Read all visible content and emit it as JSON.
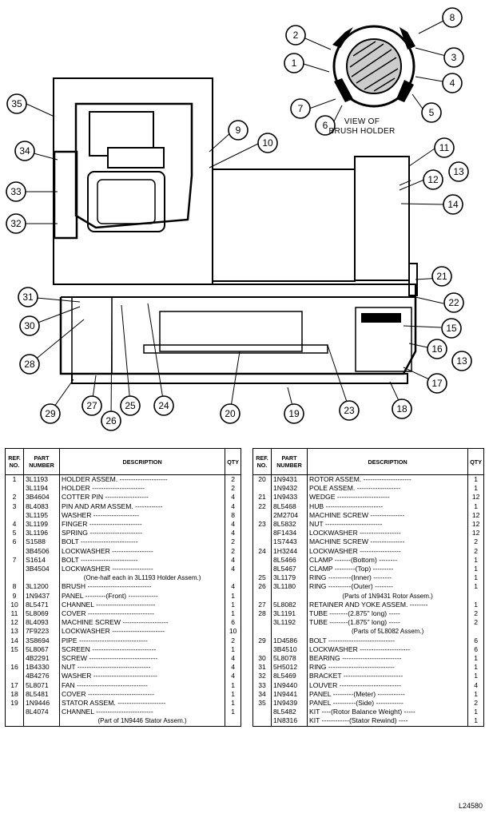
{
  "diagram": {
    "caption_line1": "VIEW OF",
    "caption_line2": "BRUSH HOLDER",
    "callouts": [
      "1",
      "2",
      "3",
      "4",
      "5",
      "6",
      "7",
      "8",
      "9",
      "10",
      "11",
      "12",
      "13",
      "14",
      "15",
      "16",
      "13",
      "17",
      "18",
      "19",
      "20",
      "21",
      "22",
      "23",
      "24",
      "25",
      "26",
      "27",
      "28",
      "29",
      "30",
      "31",
      "32",
      "33",
      "34",
      "35"
    ]
  },
  "table_headers": {
    "ref_no": "REF. NO.",
    "part_number": "PART NUMBER",
    "description": "DESCRIPTION",
    "qty": "QTY"
  },
  "table_left": [
    {
      "ref": "1",
      "part": "3L1193",
      "desc": "HOLDER ASSEM. ---------------------",
      "qty": "2"
    },
    {
      "ref": "",
      "part": "3L1194",
      "desc": "HOLDER -----------------------",
      "qty": "2"
    },
    {
      "ref": "2",
      "part": "3B4604",
      "desc": "COTTER PIN -------------------",
      "qty": "4"
    },
    {
      "ref": "3",
      "part": "8L4083",
      "desc": "PIN AND ARM ASSEM. ------------",
      "qty": "4"
    },
    {
      "ref": "",
      "part": "3L1195",
      "desc": "WASHER --------------------",
      "qty": "8"
    },
    {
      "ref": "4",
      "part": "3L1199",
      "desc": "FINGER -----------------------",
      "qty": "4"
    },
    {
      "ref": "5",
      "part": "3L1196",
      "desc": "SPRING -----------------------",
      "qty": "4"
    },
    {
      "ref": "6",
      "part": "S1588",
      "desc": "BOLT -------------------------",
      "qty": "2"
    },
    {
      "ref": "",
      "part": "3B4506",
      "desc": "LOCKWASHER ------------------",
      "qty": "2"
    },
    {
      "ref": "7",
      "part": "S1614",
      "desc": "BOLT -------------------------",
      "qty": "4"
    },
    {
      "ref": "",
      "part": "3B4504",
      "desc": "LOCKWASHER ------------------",
      "qty": "4"
    },
    {
      "ref": "",
      "part": "",
      "desc": "(One-half each in 3L1193 Holder Assem.)",
      "qty": "",
      "note": true
    },
    {
      "ref": "8",
      "part": "3L1200",
      "desc": "BRUSH ----------------------------",
      "qty": "4"
    },
    {
      "ref": "9",
      "part": "1N9437",
      "desc": "PANEL ---------(Front) -------------",
      "qty": "1"
    },
    {
      "ref": "10",
      "part": "8L5471",
      "desc": "CHANNEL --------------------------",
      "qty": "1"
    },
    {
      "ref": "11",
      "part": "5L8069",
      "desc": "COVER -----------------------------",
      "qty": "1"
    },
    {
      "ref": "12",
      "part": "8L4093",
      "desc": "MACHINE SCREW --------------------",
      "qty": "6"
    },
    {
      "ref": "13",
      "part": "7F9223",
      "desc": "LOCKWASHER -----------------------",
      "qty": "10"
    },
    {
      "ref": "14",
      "part": "3S8694",
      "desc": "PIPE ------------------------------",
      "qty": "2"
    },
    {
      "ref": "15",
      "part": "5L8067",
      "desc": "SCREEN ----------------------------",
      "qty": "1"
    },
    {
      "ref": "",
      "part": "4B2291",
      "desc": "SCREW ------------------------------",
      "qty": "4"
    },
    {
      "ref": "16",
      "part": "1B4330",
      "desc": "NUT --------------------------------",
      "qty": "4"
    },
    {
      "ref": "",
      "part": "4B4276",
      "desc": "WASHER ----------------------------",
      "qty": "4"
    },
    {
      "ref": "17",
      "part": "5L8071",
      "desc": "FAN -------------------------------",
      "qty": "1"
    },
    {
      "ref": "18",
      "part": "8L5481",
      "desc": "COVER -----------------------------",
      "qty": "1"
    },
    {
      "ref": "19",
      "part": "1N9446",
      "desc": "STATOR ASSEM. ---------------------",
      "qty": "1"
    },
    {
      "ref": "",
      "part": "8L4074",
      "desc": "CHANNEL -------------------------",
      "qty": "1"
    },
    {
      "ref": "",
      "part": "",
      "desc": "(Part of 1N9446 Stator Assem.)",
      "qty": "",
      "note": true
    }
  ],
  "table_right": [
    {
      "ref": "20",
      "part": "1N9431",
      "desc": "ROTOR ASSEM. ---------------------",
      "qty": "1"
    },
    {
      "ref": "",
      "part": "1N9432",
      "desc": "POLE ASSEM. -------------------",
      "qty": "1"
    },
    {
      "ref": "21",
      "part": "1N9433",
      "desc": "WEDGE -----------------------",
      "qty": "12"
    },
    {
      "ref": "22",
      "part": "8L5468",
      "desc": "HUB -------------------------",
      "qty": "1"
    },
    {
      "ref": "",
      "part": "2M2704",
      "desc": "MACHINE SCREW ---------------",
      "qty": "12"
    },
    {
      "ref": "23",
      "part": "8L5832",
      "desc": "NUT -------------------------",
      "qty": "12"
    },
    {
      "ref": "",
      "part": "8F1434",
      "desc": "LOCKWASHER ------------------",
      "qty": "12"
    },
    {
      "ref": "",
      "part": "1S7443",
      "desc": "MACHINE SCREW ---------------",
      "qty": "2"
    },
    {
      "ref": "24",
      "part": "1H3244",
      "desc": "LOCKWASHER ------------------",
      "qty": "2"
    },
    {
      "ref": "",
      "part": "8L5466",
      "desc": "CLAMP -------(Bottom) --------",
      "qty": "1"
    },
    {
      "ref": "",
      "part": "8L5467",
      "desc": "CLAMP ---------(Top) ---------",
      "qty": "1"
    },
    {
      "ref": "25",
      "part": "3L1179",
      "desc": "RING ----------(Inner) --------",
      "qty": "1"
    },
    {
      "ref": "26",
      "part": "3L1180",
      "desc": "RING ----------(Outer) --------",
      "qty": "1"
    },
    {
      "ref": "",
      "part": "",
      "desc": "(Parts of 1N9431 Rotor Assem.)",
      "qty": "",
      "note": true
    },
    {
      "ref": "27",
      "part": "5L8082",
      "desc": "RETAINER AND YOKE ASSEM. --------",
      "qty": "1"
    },
    {
      "ref": "28",
      "part": "3L1191",
      "desc": "TUBE --------(2.875\" long) -----",
      "qty": "2"
    },
    {
      "ref": "",
      "part": "3L1192",
      "desc": "TUBE --------(1.875\" long) -----",
      "qty": "2"
    },
    {
      "ref": "",
      "part": "",
      "desc": "(Parts of 5L8082 Assem.)",
      "qty": "",
      "note": true
    },
    {
      "ref": "29",
      "part": "1D4586",
      "desc": "BOLT -----------------------------",
      "qty": "6"
    },
    {
      "ref": "",
      "part": "3B4510",
      "desc": "LOCKWASHER ----------------------",
      "qty": "6"
    },
    {
      "ref": "30",
      "part": "5L8078",
      "desc": "BEARING --------------------------",
      "qty": "1"
    },
    {
      "ref": "31",
      "part": "5H5012",
      "desc": "RING -----------------------------",
      "qty": "1"
    },
    {
      "ref": "32",
      "part": "8L5469",
      "desc": "BRACKET --------------------------",
      "qty": "1"
    },
    {
      "ref": "33",
      "part": "1N9440",
      "desc": "LOUVER ---------------------------",
      "qty": "4"
    },
    {
      "ref": "34",
      "part": "1N9441",
      "desc": "PANEL ---------(Meter) ------------",
      "qty": "1"
    },
    {
      "ref": "35",
      "part": "1N9439",
      "desc": "PANEL ----------(Side) ------------",
      "qty": "2"
    },
    {
      "ref": "",
      "part": "8L5482",
      "desc": "KIT ----(Rotor Balance Weight) -----",
      "qty": "1"
    },
    {
      "ref": "",
      "part": "1N8316",
      "desc": "KIT ------------(Stator Rewind) ----",
      "qty": "1"
    }
  ],
  "figure_id": "L24580"
}
